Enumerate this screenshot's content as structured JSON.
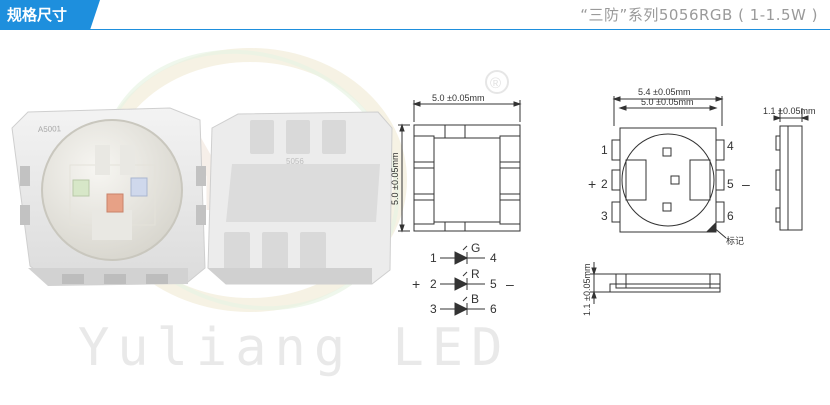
{
  "header": {
    "tab_label": "规格尺寸",
    "subtitle": "“三防”系列5056RGB ( 1-1.5W )"
  },
  "watermark": {
    "text": "Yuliang LED",
    "mark": "YL",
    "registered": "®"
  },
  "product_photo": {
    "top_marking": "A5001",
    "bottom_marking": "5056"
  },
  "top_view": {
    "width_label": "5.0 ±0.05mm",
    "height_label": "5.0 ±0.05mm"
  },
  "circuit": {
    "rows": [
      {
        "left_pin": "1",
        "diode": "G",
        "right_pin": "4"
      },
      {
        "left_pin": "2",
        "diode": "R",
        "right_pin": "5"
      },
      {
        "left_pin": "3",
        "diode": "B",
        "right_pin": "6"
      }
    ],
    "plus": "+",
    "minus": "–"
  },
  "front_view": {
    "outer_width_label": "5.4 ±0.05mm",
    "inner_width_label": "5.0 ±0.05mm",
    "pins_left": [
      "1",
      "2",
      "3"
    ],
    "pins_right": [
      "4",
      "5",
      "6"
    ],
    "plus": "+",
    "minus": "–",
    "marker_label": "标记"
  },
  "side_view": {
    "thickness_label": "1.1 ±0.05mm"
  },
  "bottom_side_view": {
    "thickness_label": "1.1 ±0.05mm"
  },
  "colors": {
    "accent": "#1e8fdd",
    "led_green": "#d7e7c8",
    "led_red": "#e7a186",
    "led_blue": "#cfd8ec"
  }
}
